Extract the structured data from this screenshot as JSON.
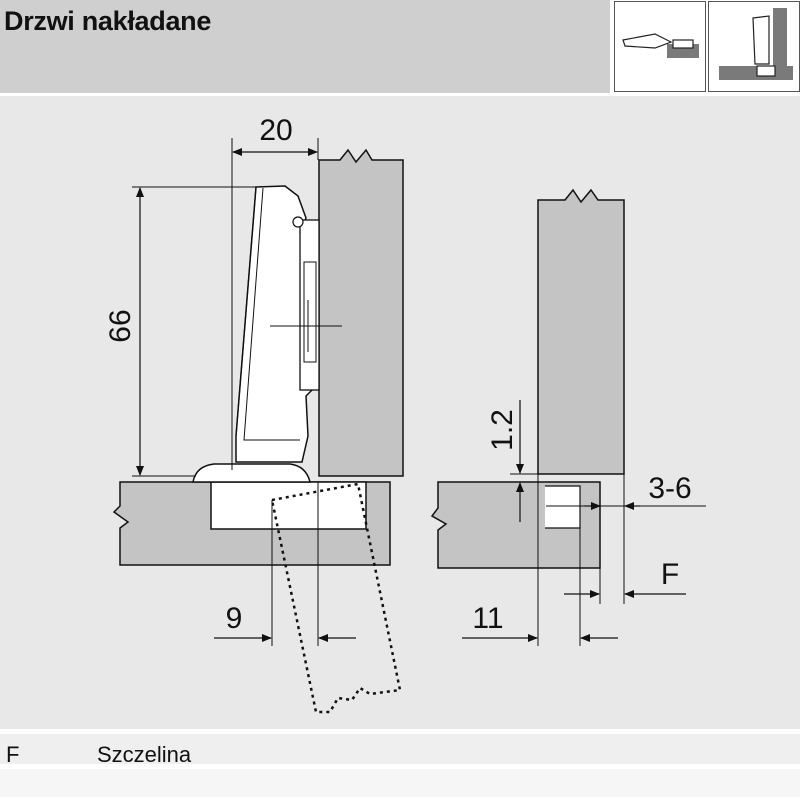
{
  "header": {
    "title": "Drzwi nakładane"
  },
  "thumbnails": [
    {
      "icon": "hinge-top-view-icon"
    },
    {
      "icon": "overlay-door-side-view-icon"
    }
  ],
  "dimensions": {
    "cup_distance": "20",
    "height": "66",
    "edge_left": "9",
    "gap_vertical": "1.2",
    "gap_range": "3-6",
    "edge_right": "11",
    "gap_label": "F"
  },
  "legend": [
    {
      "key": "F",
      "value": "Szczelina"
    }
  ],
  "colors": {
    "header_band": "#cfcfcf",
    "drawing_bg": "#e8e8e8",
    "panel_fill": "#c4c4c4",
    "hinge_fill": "#ffffff",
    "line": "#111111"
  }
}
